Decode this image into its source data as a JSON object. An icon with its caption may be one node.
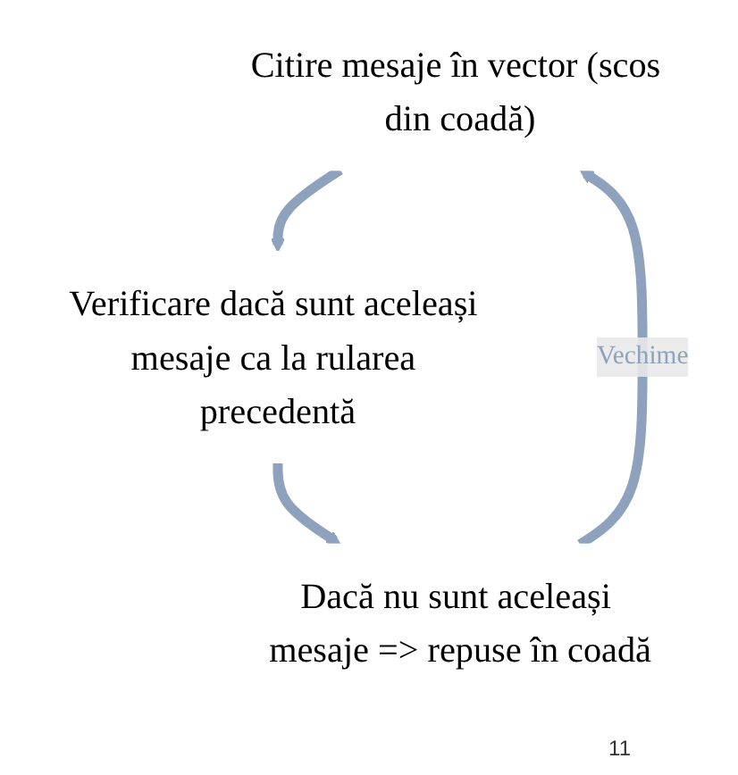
{
  "diagram": {
    "nodes": [
      {
        "text": [
          "Citire mesaje în vector (scos din coadă)"
        ]
      },
      {
        "text": [
          "Verificare dacă sunt aceleași mesaje ca la rularea precedentă"
        ]
      },
      {
        "text": [
          "Dacă nu sunt aceleași mesaje => repuse în coadă"
        ]
      }
    ],
    "edges": [
      {
        "from": 0,
        "to": 1,
        "arrow": "to"
      },
      {
        "from": 1,
        "to": 2,
        "arrow": "to"
      },
      {
        "from": 2,
        "to": 0,
        "arrow": "to",
        "label": "Vechime"
      }
    ],
    "labels": [
      "11"
    ]
  }
}
